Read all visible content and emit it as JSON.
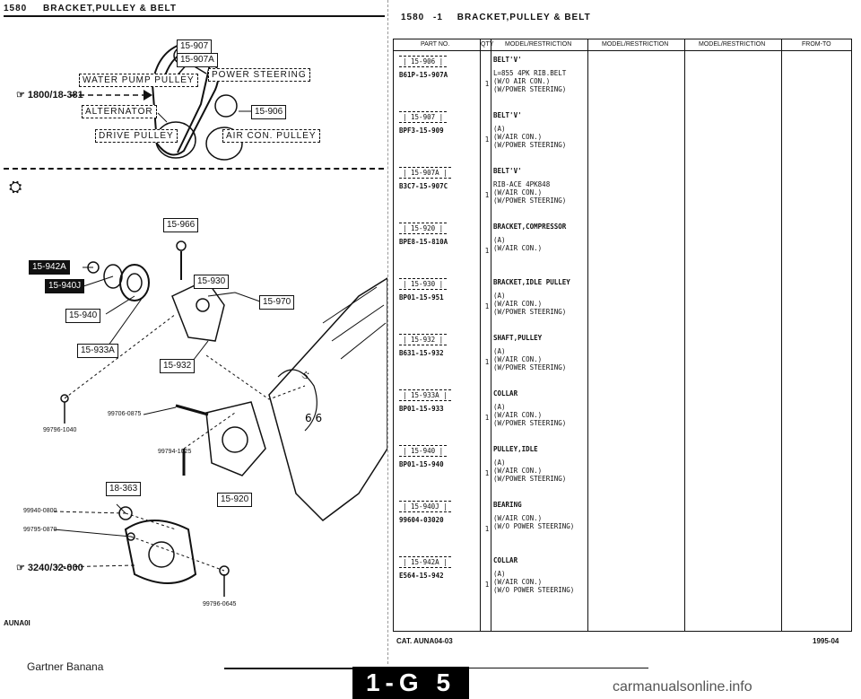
{
  "left_header": {
    "code": "1580",
    "title": "BRACKET,PULLEY & BELT"
  },
  "right_header": {
    "code": "1580",
    "suffix": "-1",
    "title": "BRACKET,PULLEY & BELT"
  },
  "diagram_top": {
    "tags": [
      "15-907",
      "15-907A",
      "15-906"
    ],
    "labels": [
      "WATER PUMP PULLEY",
      "POWER STEERING",
      "ALTERNATOR",
      "DRIVE PULLEY",
      "AIR CON. PULLEY"
    ],
    "ref": "1800/18-381"
  },
  "diagram_bottom": {
    "tags": [
      "15-966",
      "15-942A",
      "15-940J",
      "15-930",
      "15-970",
      "15-940",
      "15-933A",
      "15-932",
      "18-363",
      "15-920"
    ],
    "part_numbers": [
      "99706-0875",
      "99796-1040",
      "99794-1025",
      "99940-0800",
      "99795-0870",
      "99796-0645"
    ],
    "ref": "3240/32-000"
  },
  "table": {
    "headers": [
      "PART NO.",
      "QTY",
      "MODEL/RESTRICTION",
      "MODEL/RESTRICTION",
      "MODEL/RESTRICTION",
      "FROM-TO"
    ],
    "rows": [
      {
        "ref": "15-906",
        "part": "B61P-15-907A",
        "qty": "1",
        "desc": [
          "BELT'V'",
          "L=855 4PK RIB.BELT",
          "(W/O AIR CON.)",
          "(W/POWER STEERING)"
        ]
      },
      {
        "ref": "15-907",
        "part": "BPF3-15-909",
        "qty": "1",
        "desc": [
          "BELT'V'",
          "(A)",
          "(W/AIR CON.)",
          "(W/POWER STEERING)"
        ]
      },
      {
        "ref": "15-907A",
        "part": "B3C7-15-907C",
        "qty": "1",
        "desc": [
          "BELT'V'",
          "RIB-ACE 4PK848",
          "(W/AIR CON.)",
          "(W/POWER STEERING)"
        ]
      },
      {
        "ref": "15-920",
        "part": "BPE8-15-810A",
        "qty": "1",
        "desc": [
          "BRACKET,COMPRESSOR",
          "(A)",
          "(W/AIR CON.)",
          ""
        ]
      },
      {
        "ref": "15-930",
        "part": "BP01-15-951",
        "qty": "1",
        "desc": [
          "BRACKET,IDLE PULLEY",
          "(A)",
          "(W/AIR CON.)",
          "(W/POWER STEERING)"
        ]
      },
      {
        "ref": "15-932",
        "part": "B631-15-932",
        "qty": "1",
        "desc": [
          "SHAFT,PULLEY",
          "(A)",
          "(W/AIR CON.)",
          "(W/POWER STEERING)"
        ]
      },
      {
        "ref": "15-933A",
        "part": "BP01-15-933",
        "qty": "1",
        "desc": [
          "COLLAR",
          "(A)",
          "(W/AIR CON.)",
          "(W/POWER STEERING)"
        ]
      },
      {
        "ref": "15-940",
        "part": "BP01-15-940",
        "qty": "1",
        "desc": [
          "PULLEY,IDLE",
          "(A)",
          "(W/AIR CON.)",
          "(W/POWER STEERING)"
        ]
      },
      {
        "ref": "15-940J",
        "part": "99604-03020",
        "qty": "1",
        "desc": [
          "BEARING",
          "(W/AIR CON.)",
          "(W/O POWER STEERING)",
          ""
        ]
      },
      {
        "ref": "15-942A",
        "part": "E564-15-942",
        "qty": "1",
        "desc": [
          "COLLAR",
          "(A)",
          "(W/AIR CON.)",
          "(W/O POWER STEERING)"
        ]
      }
    ]
  },
  "footer": {
    "left_code": "AUNA0I",
    "cat": "CAT. AUNA04-03",
    "date": "1995-04",
    "page": "1-G 5",
    "brand": "Gartner Banana",
    "watermark": "carmanualsonline.info"
  }
}
